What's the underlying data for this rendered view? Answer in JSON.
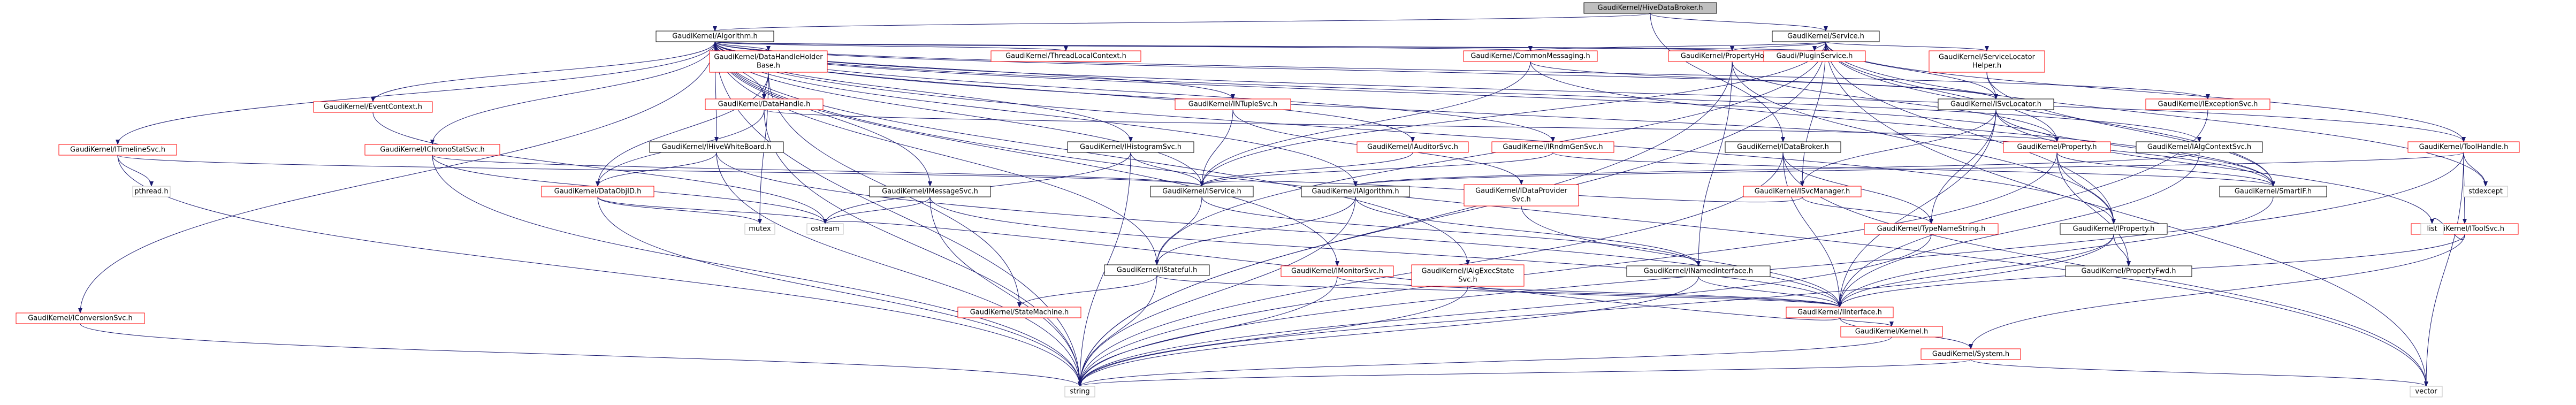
{
  "colors": {
    "root_fill": "#bfbfbf",
    "node_fill": "#ffffff",
    "doc_border": "#000000",
    "nodoc_border": "#bfbfbf",
    "red_label": "#ff0000",
    "black_label": "#000000",
    "edge": "#191970"
  },
  "nodes": [
    {
      "id": "root",
      "label": "GaudiKernel/HiveDataBroker.h",
      "style": "root"
    },
    {
      "id": "algorithm",
      "label": "GaudiKernel/Algorithm.h",
      "style": "doc"
    },
    {
      "id": "service",
      "label": "GaudiKernel/Service.h",
      "style": "doc"
    },
    {
      "id": "iconversionsvc",
      "label": "GaudiKernel/IConversionSvc.h",
      "style": "red"
    },
    {
      "id": "itimelinesvc",
      "label": "GaudiKernel/ITimelineSvc.h",
      "style": "red"
    },
    {
      "id": "ieventcontext",
      "label": "GaudiKernel/EventContext.h",
      "style": "red"
    },
    {
      "id": "ichronostatsvc",
      "label": "GaudiKernel/IChronoStatSvc.h",
      "style": "red"
    },
    {
      "id": "datahandleholder",
      "label": "GaudiKernel/DataHandleHolder\nBase.h",
      "style": "red"
    },
    {
      "id": "datahandle",
      "label": "GaudiKernel/DataHandle.h",
      "style": "red"
    },
    {
      "id": "ihivewhiteboard",
      "label": "GaudiKernel/IHiveWhiteBoard.h",
      "style": "doc"
    },
    {
      "id": "threadlocal",
      "label": "GaudiKernel/ThreadLocalContext.h",
      "style": "red"
    },
    {
      "id": "inttuplesvc",
      "label": "GaudiKernel/INTupleSvc.h",
      "style": "red"
    },
    {
      "id": "ihistogramsvc",
      "label": "GaudiKernel/IHistogramSvc.h",
      "style": "doc"
    },
    {
      "id": "imessagesvc",
      "label": "GaudiKernel/IMessageSvc.h",
      "style": "doc"
    },
    {
      "id": "commonmessaging",
      "label": "GaudiKernel/CommonMessaging.h",
      "style": "red"
    },
    {
      "id": "iauditorsvc",
      "label": "GaudiKernel/IAuditorSvc.h",
      "style": "red"
    },
    {
      "id": "propertyholder",
      "label": "GaudiKernel/PropertyHolder.h",
      "style": "red"
    },
    {
      "id": "irndmgensvc",
      "label": "GaudiKernel/IRndmGenSvc.h",
      "style": "red"
    },
    {
      "id": "iexceptionsvc",
      "label": "GaudiKernel/IExceptionSvc.h",
      "style": "red"
    },
    {
      "id": "serviceholder",
      "label": "GaudiKernel/ServiceLocator\nHelper.h",
      "style": "red"
    },
    {
      "id": "pluginservice",
      "label": "Gaudi/PluginService.h",
      "style": "red"
    },
    {
      "id": "databroker",
      "label": "GaudiKernel/IDataBroker.h",
      "style": "doc"
    },
    {
      "id": "isvclocator",
      "label": "GaudiKernel/ISvcLocator.h",
      "style": "doc"
    },
    {
      "id": "isvcmanager",
      "label": "GaudiKernel/ISvcManager.h",
      "style": "red"
    },
    {
      "id": "property",
      "label": "GaudiKernel/Property.h",
      "style": "red"
    },
    {
      "id": "ialgcontextsvc",
      "label": "GaudiKernel/IAlgContextSvc.h",
      "style": "doc"
    },
    {
      "id": "toolhandle",
      "label": "GaudiKernel/ToolHandle.h",
      "style": "red"
    },
    {
      "id": "idataproviderwsvc",
      "label": "GaudiKernel/IDataProvider\nSvc.h",
      "style": "red"
    },
    {
      "id": "idataobjid",
      "label": "GaudiKernel/DataObjID.h",
      "style": "red"
    },
    {
      "id": "iservice",
      "label": "GaudiKernel/IService.h",
      "style": "doc"
    },
    {
      "id": "ialgorithm",
      "label": "GaudiKernel/IAlgorithm.h",
      "style": "doc"
    },
    {
      "id": "itypename",
      "label": "GaudiKernel/TypeNameString.h",
      "style": "red"
    },
    {
      "id": "iproperty",
      "label": "GaudiKernel/IProperty.h",
      "style": "doc"
    },
    {
      "id": "smartif",
      "label": "GaudiKernel/SmartIF.h",
      "style": "doc"
    },
    {
      "id": "itoolsvc",
      "label": "GaudiKernel/IToolSvc.h",
      "style": "red"
    },
    {
      "id": "imonitorsvc",
      "label": "GaudiKernel/IMonitorSvc.h",
      "style": "red"
    },
    {
      "id": "ialgexecstatesvc",
      "label": "GaudiKernel/IAlgExecState\nSvc.h",
      "style": "red"
    },
    {
      "id": "istateful",
      "label": "GaudiKernel/IStateful.h",
      "style": "doc"
    },
    {
      "id": "inamedinterface",
      "label": "GaudiKernel/INamedInterface.h",
      "style": "doc"
    },
    {
      "id": "propertyfwd",
      "label": "GaudiKernel/PropertyFwd.h",
      "style": "doc"
    },
    {
      "id": "statemachine",
      "label": "GaudiKernel/StateMachine.h",
      "style": "red"
    },
    {
      "id": "iinterface",
      "label": "GaudiKernel/IInterface.h",
      "style": "red"
    },
    {
      "id": "kernel",
      "label": "GaudiKernel/Kernel.h",
      "style": "red"
    },
    {
      "id": "system",
      "label": "GaudiKernel/System.h",
      "style": "red"
    },
    {
      "id": "pthread",
      "label": "pthread.h",
      "style": "nodoc"
    },
    {
      "id": "mutex",
      "label": "mutex",
      "style": "nodoc"
    },
    {
      "id": "ostream",
      "label": "ostream",
      "style": "nodoc"
    },
    {
      "id": "string",
      "label": "string",
      "style": "nodoc"
    },
    {
      "id": "vector",
      "label": "vector",
      "style": "nodoc"
    },
    {
      "id": "stdexcept",
      "label": "stdexcept",
      "style": "nodoc"
    },
    {
      "id": "list",
      "label": "list",
      "style": "nodoc"
    }
  ],
  "edges": [
    [
      "root",
      "algorithm"
    ],
    [
      "root",
      "service"
    ],
    [
      "root",
      "databroker"
    ],
    [
      "algorithm",
      "iconversionsvc"
    ],
    [
      "algorithm",
      "itimelinesvc"
    ],
    [
      "algorithm",
      "ieventcontext"
    ],
    [
      "algorithm",
      "ichronostatsvc"
    ],
    [
      "algorithm",
      "datahandleholder"
    ],
    [
      "algorithm",
      "datahandle"
    ],
    [
      "algorithm",
      "ihivewhiteboard"
    ],
    [
      "algorithm",
      "threadlocal"
    ],
    [
      "algorithm",
      "inttuplesvc"
    ],
    [
      "algorithm",
      "ihistogramsvc"
    ],
    [
      "algorithm",
      "imessagesvc"
    ],
    [
      "algorithm",
      "commonmessaging"
    ],
    [
      "algorithm",
      "iauditorsvc"
    ],
    [
      "algorithm",
      "propertyholder"
    ],
    [
      "algorithm",
      "irndmgensvc"
    ],
    [
      "algorithm",
      "iexceptionsvc"
    ],
    [
      "algorithm",
      "pluginservice"
    ],
    [
      "algorithm",
      "isvclocator"
    ],
    [
      "algorithm",
      "property"
    ],
    [
      "algorithm",
      "ialgcontextsvc"
    ],
    [
      "algorithm",
      "toolhandle"
    ],
    [
      "algorithm",
      "iservice"
    ],
    [
      "algorithm",
      "ialgorithm"
    ],
    [
      "algorithm",
      "iproperty"
    ],
    [
      "algorithm",
      "smartif"
    ],
    [
      "algorithm",
      "imonitorsvc"
    ],
    [
      "algorithm",
      "ialgexecstatesvc"
    ],
    [
      "algorithm",
      "istateful"
    ],
    [
      "algorithm",
      "string"
    ],
    [
      "algorithm",
      "vector"
    ],
    [
      "service",
      "commonmessaging"
    ],
    [
      "service",
      "propertyholder"
    ],
    [
      "service",
      "serviceholder"
    ],
    [
      "service",
      "pluginservice"
    ],
    [
      "service",
      "isvclocator"
    ],
    [
      "service",
      "isvcmanager"
    ],
    [
      "service",
      "property"
    ],
    [
      "service",
      "iservice"
    ],
    [
      "service",
      "iproperty"
    ],
    [
      "service",
      "toolhandle"
    ],
    [
      "service",
      "istateful"
    ],
    [
      "service",
      "smartif"
    ],
    [
      "service",
      "string"
    ],
    [
      "service",
      "vector"
    ],
    [
      "service",
      "stdexcept"
    ],
    [
      "iconversionsvc",
      "string"
    ],
    [
      "itimelinesvc",
      "pthread"
    ],
    [
      "itimelinesvc",
      "string"
    ],
    [
      "itimelinesvc",
      "iservice"
    ],
    [
      "ieventcontext",
      "ostream"
    ],
    [
      "ichronostatsvc",
      "iservice"
    ],
    [
      "ichronostatsvc",
      "ostream"
    ],
    [
      "ichronostatsvc",
      "string"
    ],
    [
      "datahandleholder",
      "datahandle"
    ],
    [
      "datahandleholder",
      "idataobjid"
    ],
    [
      "datahandleholder",
      "mutex"
    ],
    [
      "datahandleholder",
      "statemachine"
    ],
    [
      "datahandle",
      "idataobjid"
    ],
    [
      "datahandle",
      "property"
    ],
    [
      "datahandle",
      "string"
    ],
    [
      "ihivewhiteboard",
      "idataobjid"
    ],
    [
      "ihivewhiteboard",
      "iinterface"
    ],
    [
      "ihivewhiteboard",
      "string"
    ],
    [
      "inttuplesvc",
      "idataproviderwsvc"
    ],
    [
      "inttuplesvc",
      "iservice"
    ],
    [
      "ihistogramsvc",
      "iservice"
    ],
    [
      "ihistogramsvc",
      "string"
    ],
    [
      "ihistogramsvc",
      "ostream"
    ],
    [
      "imessagesvc",
      "iinterface"
    ],
    [
      "imessagesvc",
      "ostream"
    ],
    [
      "imessagesvc",
      "string"
    ],
    [
      "commonmessaging",
      "isvclocator"
    ],
    [
      "commonmessaging",
      "iservice"
    ],
    [
      "commonmessaging",
      "smartif"
    ],
    [
      "iauditorsvc",
      "iservice"
    ],
    [
      "propertyholder",
      "property"
    ],
    [
      "propertyholder",
      "iproperty"
    ],
    [
      "propertyholder",
      "inamedinterface"
    ],
    [
      "propertyholder",
      "string"
    ],
    [
      "irndmgensvc",
      "iservice"
    ],
    [
      "irndmgensvc",
      "smartif"
    ],
    [
      "iexceptionsvc",
      "iinterface"
    ],
    [
      "serviceholder",
      "isvclocator"
    ],
    [
      "serviceholder",
      "smartif"
    ],
    [
      "databroker",
      "iinterface"
    ],
    [
      "databroker",
      "itypename"
    ],
    [
      "databroker",
      "vector"
    ],
    [
      "databroker",
      "string"
    ],
    [
      "isvclocator",
      "isvcmanager"
    ],
    [
      "isvclocator",
      "iinterface"
    ],
    [
      "isvclocator",
      "smartif"
    ],
    [
      "isvclocator",
      "itypename"
    ],
    [
      "isvclocator",
      "list"
    ],
    [
      "isvcmanager",
      "iservice"
    ],
    [
      "isvcmanager",
      "itypename"
    ],
    [
      "property",
      "iproperty"
    ],
    [
      "property",
      "propertyfwd"
    ],
    [
      "property",
      "smartif"
    ],
    [
      "property",
      "string"
    ],
    [
      "ialgcontextsvc",
      "ialgorithm"
    ],
    [
      "ialgcontextsvc",
      "iinterface"
    ],
    [
      "toolhandle",
      "itoolsvc"
    ],
    [
      "toolhandle",
      "ialgorithm"
    ],
    [
      "toolhandle",
      "stdexcept"
    ],
    [
      "toolhandle",
      "string"
    ],
    [
      "toolhandle",
      "vector"
    ],
    [
      "idataproviderwsvc",
      "iinterface"
    ],
    [
      "idataobjid",
      "mutex"
    ],
    [
      "idataobjid",
      "ostream"
    ],
    [
      "idataobjid",
      "string"
    ],
    [
      "iservice",
      "inamedinterface"
    ],
    [
      "iservice",
      "istateful"
    ],
    [
      "ialgorithm",
      "inamedinterface"
    ],
    [
      "ialgorithm",
      "istateful"
    ],
    [
      "ialgorithm",
      "string"
    ],
    [
      "itypename",
      "string"
    ],
    [
      "iproperty",
      "iinterface"
    ],
    [
      "iproperty",
      "propertyfwd"
    ],
    [
      "iproperty",
      "string"
    ],
    [
      "smartif",
      "iinterface"
    ],
    [
      "itoolsvc",
      "iinterface"
    ],
    [
      "itoolsvc",
      "system"
    ],
    [
      "itoolsvc",
      "list"
    ],
    [
      "imonitorsvc",
      "iinterface"
    ],
    [
      "imonitorsvc",
      "string"
    ],
    [
      "ialgexecstatesvc",
      "iinterface"
    ],
    [
      "ialgexecstatesvc",
      "string"
    ],
    [
      "istateful",
      "iinterface"
    ],
    [
      "istateful",
      "statemachine"
    ],
    [
      "istateful",
      "string"
    ],
    [
      "inamedinterface",
      "iinterface"
    ],
    [
      "inamedinterface",
      "string"
    ],
    [
      "iinterface",
      "system"
    ],
    [
      "iinterface",
      "kernel"
    ],
    [
      "iinterface",
      "ostream"
    ],
    [
      "system",
      "string"
    ],
    [
      "system",
      "vector"
    ],
    [
      "kernel",
      "string"
    ]
  ]
}
